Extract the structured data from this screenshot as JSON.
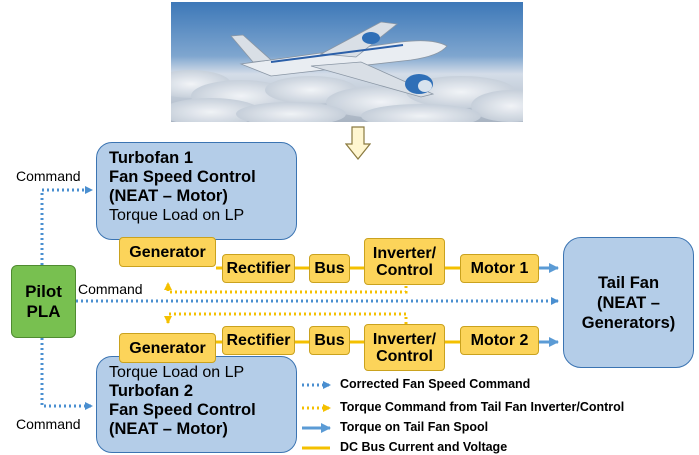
{
  "turbofan1": {
    "title": "Turbofan 1",
    "line2": "Fan Speed Control",
    "line3": "(NEAT – Motor)",
    "torque": "Torque Load on LP"
  },
  "turbofan2": {
    "torque": "Torque Load on LP",
    "title": "Turbofan 2",
    "line2": "Fan Speed Control",
    "line3": "(NEAT – Motor)"
  },
  "pilot": {
    "line1": "Pilot",
    "line2": "PLA"
  },
  "tailfan": {
    "line1": "Tail Fan",
    "line2": "(NEAT –",
    "line3": "Generators)"
  },
  "chain1": {
    "generator": "Generator",
    "rectifier": "Rectifier",
    "bus": "Bus",
    "inverter_line1": "Inverter/",
    "inverter_line2": "Control",
    "motor": "Motor 1"
  },
  "chain2": {
    "generator": "Generator",
    "rectifier": "Rectifier",
    "bus": "Bus",
    "inverter_line1": "Inverter/",
    "inverter_line2": "Control",
    "motor": "Motor 2"
  },
  "labels": {
    "command_top": "Command",
    "command_mid": "Command",
    "command_bottom": "Command"
  },
  "legend": [
    {
      "text": "Corrected Fan Speed Command",
      "style": "dotted-blue"
    },
    {
      "text": "Torque Command from Tail Fan Inverter/Control",
      "style": "dotted-yellow"
    },
    {
      "text": "Torque on Tail Fan Spool",
      "style": "solid-blue"
    },
    {
      "text": "DC Bus Current and Voltage",
      "style": "solid-yellow"
    }
  ],
  "colors": {
    "blue_box": "#b4cde8",
    "blue_border": "#3b74b2",
    "yellow_box": "#fcd45a",
    "green_box": "#78c050",
    "command_line": "#4a8fd0",
    "torque_cmd_line": "#f4c000",
    "torque_line": "#5b9bd5",
    "bus_line": "#f4c000"
  },
  "photo": {
    "icon": "airplane-photo"
  },
  "arrow_down": {
    "icon": "down-arrow-icon"
  }
}
